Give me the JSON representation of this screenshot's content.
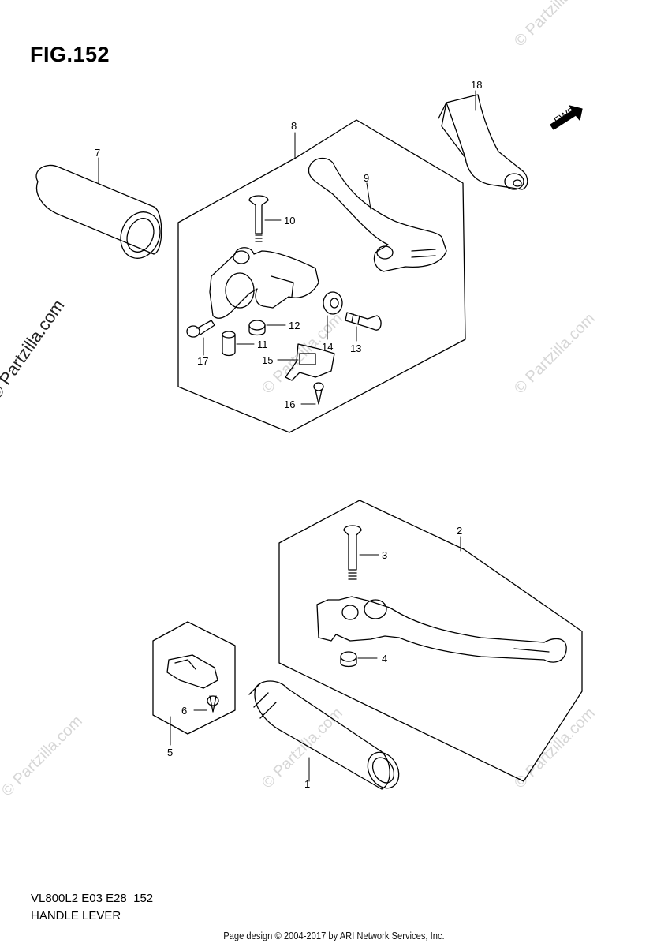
{
  "figure": {
    "title": "FIG.152"
  },
  "fwd_label": "FWD",
  "callouts": [
    {
      "id": "c18",
      "label": "18"
    },
    {
      "id": "c8",
      "label": "8"
    },
    {
      "id": "c7",
      "label": "7"
    },
    {
      "id": "c9",
      "label": "9"
    },
    {
      "id": "c10",
      "label": "10"
    },
    {
      "id": "c12",
      "label": "12"
    },
    {
      "id": "c11",
      "label": "11"
    },
    {
      "id": "c14",
      "label": "14"
    },
    {
      "id": "c13",
      "label": "13"
    },
    {
      "id": "c17",
      "label": "17"
    },
    {
      "id": "c15",
      "label": "15"
    },
    {
      "id": "c16",
      "label": "16"
    },
    {
      "id": "c2",
      "label": "2"
    },
    {
      "id": "c3",
      "label": "3"
    },
    {
      "id": "c4",
      "label": "4"
    },
    {
      "id": "c6",
      "label": "6"
    },
    {
      "id": "c5",
      "label": "5"
    },
    {
      "id": "c1",
      "label": "1"
    }
  ],
  "watermark": {
    "side": "© Partzilla.com",
    "tile": "© Partzilla.com"
  },
  "footer": {
    "model_code": "VL800L2 E03 E28_152",
    "part_name": "HANDLE LEVER",
    "copyright": "Page design © 2004-2017 by ARI Network Services, Inc."
  }
}
